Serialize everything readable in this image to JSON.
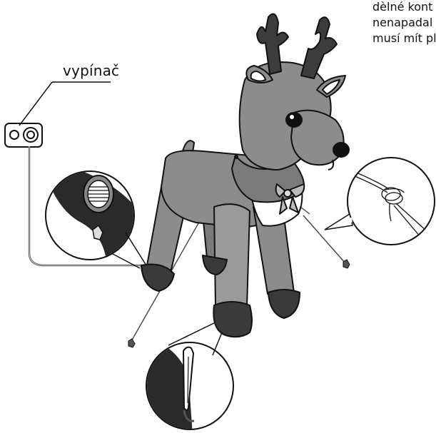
{
  "labels": {
    "switch": "vypínač"
  },
  "note_lines": [
    "dèlné kont",
    "nenapadal",
    "musí mít pl"
  ],
  "colors": {
    "body_gray": "#8c8c8c",
    "body_dark": "#5f5f5f",
    "hoof": "#3a3a3a",
    "antler": "#3c3c3c",
    "scarf": "#7a7a7a",
    "bib": "#ffffff",
    "outline": "#111111"
  },
  "icons": [
    "switch-box-icon",
    "stake-peg-icon",
    "knot-icon",
    "fan-vent-icon"
  ]
}
